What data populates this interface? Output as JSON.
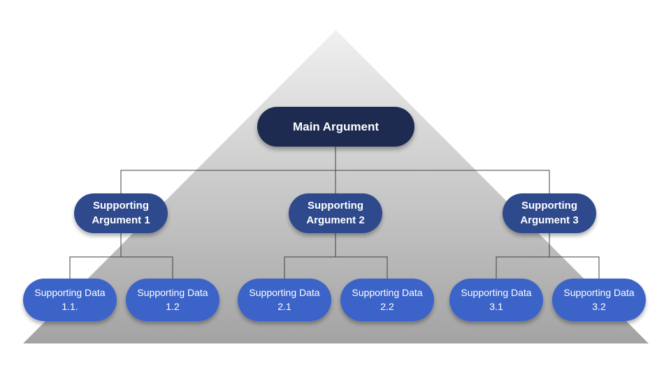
{
  "diagram": {
    "main_argument": {
      "label": "Main Argument"
    },
    "supporting_arguments": [
      {
        "label": "Supporting Argument 1"
      },
      {
        "label": "Supporting Argument 2"
      },
      {
        "label": "Supporting Argument 3"
      }
    ],
    "supporting_data": [
      {
        "label": "Supporting Data 1.1."
      },
      {
        "label": "Supporting Data 1.2"
      },
      {
        "label": "Supporting Data 2.1"
      },
      {
        "label": "Supporting Data 2.2"
      },
      {
        "label": "Supporting Data 3.1"
      },
      {
        "label": "Supporting Data 3.2"
      }
    ],
    "colors": {
      "main_box": "#1d2b50",
      "argument_box": "#2e4a8d",
      "data_box": "#3c64c8",
      "node_text": "#ffffff",
      "connector": "#404040",
      "pyramid_top": "#f0f0f0",
      "pyramid_bottom": "#a3a3a3",
      "background": "#ffffff"
    }
  }
}
